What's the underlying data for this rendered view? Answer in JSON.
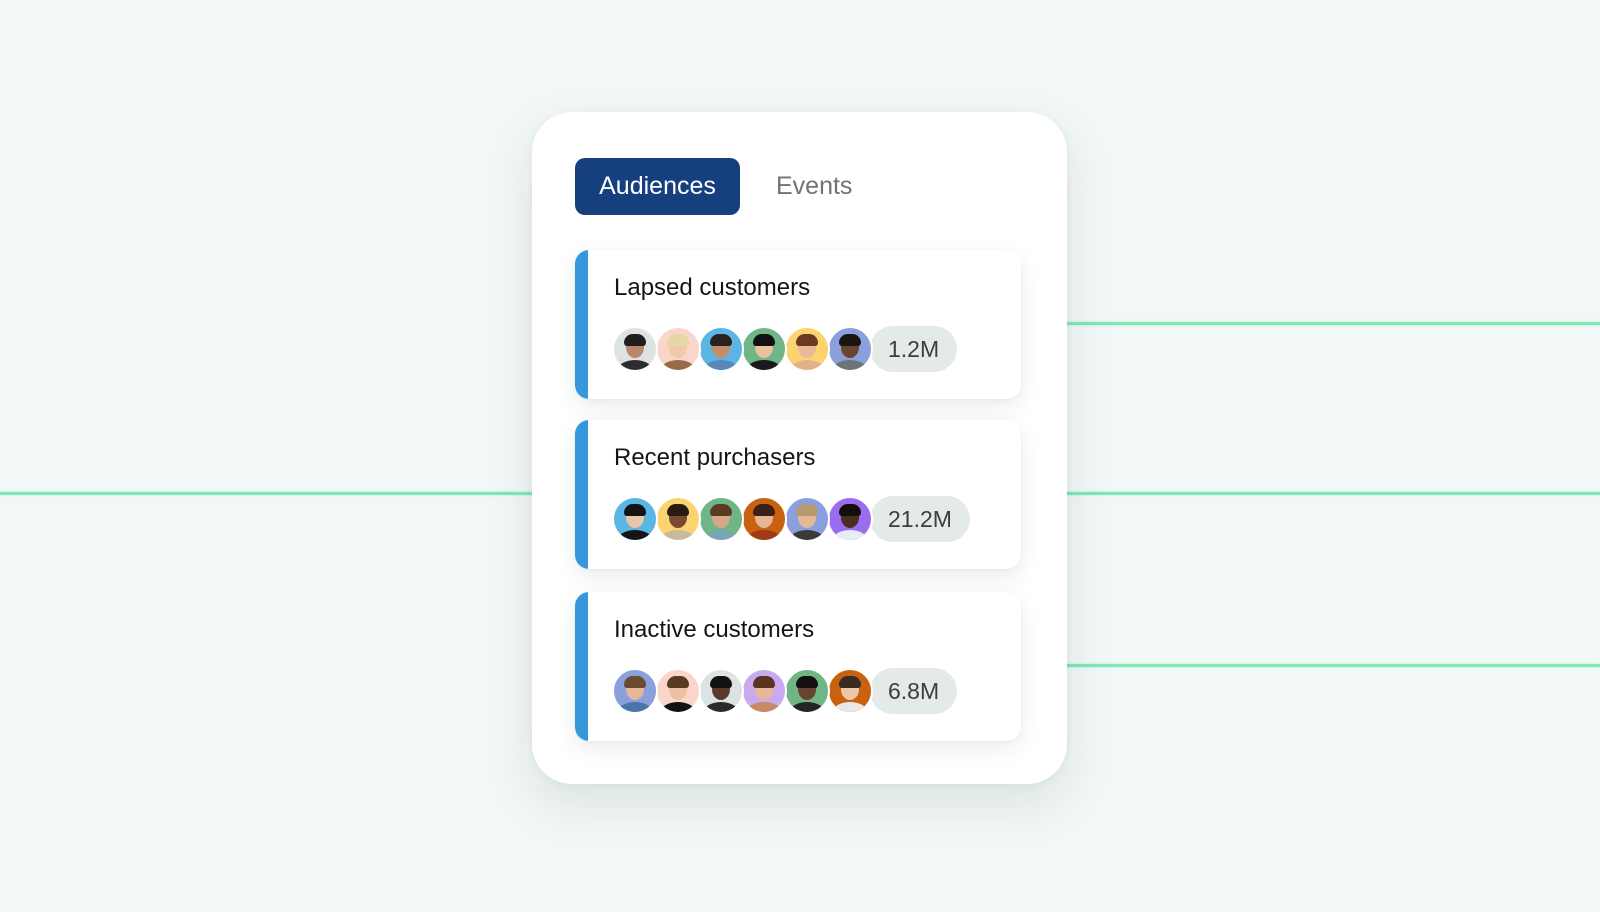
{
  "tabs": [
    {
      "label": "Audiences",
      "active": true
    },
    {
      "label": "Events",
      "active": false
    }
  ],
  "colors": {
    "background": "#f2f7f7",
    "tab_active": "#163f7e",
    "accent": "#3498db",
    "connector": "#7fe8b4",
    "pill": "#e4eae8"
  },
  "audiences": [
    {
      "title": "Lapsed customers",
      "count": "1.2M",
      "avatars": [
        {
          "bg": "#dde3e2",
          "skin": "#b9876a",
          "hair": "#1e1e1e",
          "shirt": "#2d2d2d"
        },
        {
          "bg": "#f9d6c9",
          "skin": "#f0c9a8",
          "hair": "#e6d6a8",
          "shirt": "#9a6a48"
        },
        {
          "bg": "#5bb6e4",
          "skin": "#c58d68",
          "hair": "#2a2220",
          "shirt": "#5a87b8"
        },
        {
          "bg": "#6fb585",
          "skin": "#e9c2a0",
          "hair": "#111111",
          "shirt": "#1a1a1a"
        },
        {
          "bg": "#fbd470",
          "skin": "#e8b99a",
          "hair": "#6a3a22",
          "shirt": "#e2b08c"
        },
        {
          "bg": "#8a9fdb",
          "skin": "#6b4430",
          "hair": "#1a1412",
          "shirt": "#6e7576"
        }
      ]
    },
    {
      "title": "Recent purchasers",
      "count": "21.2M",
      "avatars": [
        {
          "bg": "#5bb6e4",
          "skin": "#e9c6a6",
          "hair": "#141414",
          "shirt": "#151515"
        },
        {
          "bg": "#fbd470",
          "skin": "#7a4a30",
          "hair": "#2a1a14",
          "shirt": "#c7b8a0"
        },
        {
          "bg": "#6fb585",
          "skin": "#d6a888",
          "hair": "#5b3a22",
          "shirt": "#7aa4b8"
        },
        {
          "bg": "#c8620f",
          "skin": "#e6b596",
          "hair": "#3a2018",
          "shirt": "#a03a18"
        },
        {
          "bg": "#8a9fdb",
          "skin": "#e2b898",
          "hair": "#b89870",
          "shirt": "#3a3a3a"
        },
        {
          "bg": "#9a6cf0",
          "skin": "#4a2c20",
          "hair": "#120e0c",
          "shirt": "#e6eef4"
        }
      ]
    },
    {
      "title": "Inactive customers",
      "count": "6.8M",
      "avatars": [
        {
          "bg": "#8a9fdb",
          "skin": "#e2b898",
          "hair": "#6a4a30",
          "shirt": "#4a74a8"
        },
        {
          "bg": "#f9d6c9",
          "skin": "#eac2a2",
          "hair": "#5a3a24",
          "shirt": "#121212"
        },
        {
          "bg": "#dde3e2",
          "skin": "#5a3a2a",
          "hair": "#121010",
          "shirt": "#2a2a2a"
        },
        {
          "bg": "#c9aaf0",
          "skin": "#e6b898",
          "hair": "#5a3220",
          "shirt": "#c88a60"
        },
        {
          "bg": "#6fb585",
          "skin": "#6a4430",
          "hair": "#141010",
          "shirt": "#242424"
        },
        {
          "bg": "#c8620f",
          "skin": "#ecc8aa",
          "hair": "#3a2a20",
          "shirt": "#e8e8e8"
        }
      ]
    }
  ]
}
